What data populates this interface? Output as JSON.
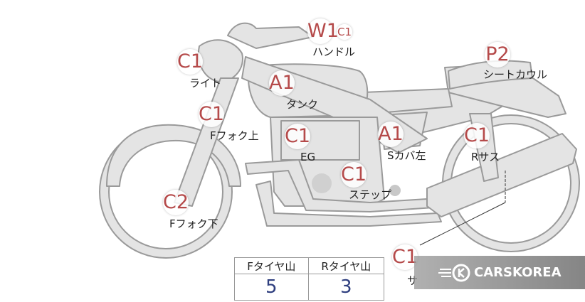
{
  "badges": {
    "handle": "W1",
    "handle_small": "C1",
    "light": "C1",
    "tank": "A1",
    "seat_cowl": "P2",
    "ffork_upper": "C1",
    "engine": "C1",
    "s_cover_left": "A1",
    "r_suspension": "C1",
    "step": "C1",
    "ffork_lower": "C2",
    "bottom": "C1"
  },
  "labels": {
    "handle": "ハンドル",
    "light": "ライト",
    "tank": "タンク",
    "seat_cowl": "シートカウル",
    "ffork_upper": "Fフォク上",
    "engine": "EG",
    "s_cover_left": "Sカバ左",
    "r_suspension": "Rサス",
    "step": "ステップ",
    "ffork_lower": "Fフォク下",
    "bottom_partial": "サ"
  },
  "tread_table": {
    "front_header": "Fタイヤ山",
    "rear_header": "Rタイヤ山",
    "front_value": "5",
    "rear_value": "3"
  },
  "watermark": {
    "text": "CARSKOREA",
    "icon": "carskorea-logo-icon"
  },
  "colors": {
    "badge_text": "#b54a4a",
    "value_text": "#2f3f7f",
    "bike_fill": "#e4e4e4",
    "bike_stroke": "#9a9a9a"
  }
}
